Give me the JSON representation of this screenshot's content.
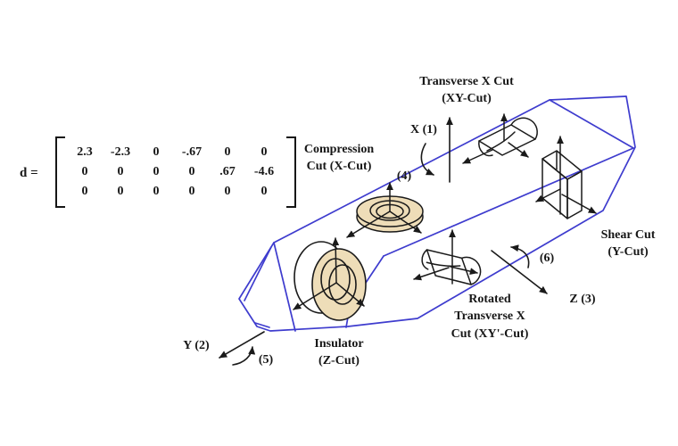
{
  "figure": {
    "description": "Piezoelectric quartz crystal diagram showing device cuts and the d coefficient matrix"
  },
  "colors": {
    "crystal_outline": "#3e3cce",
    "device_line": "#1a1a1a",
    "disc_fill": "#eeddb8",
    "background": "#ffffff",
    "text": "#161616"
  },
  "matrix": {
    "label": "d =",
    "rows": [
      [
        "2.3",
        "-2.3",
        "0",
        "-.67",
        "0",
        "0"
      ],
      [
        "0",
        "0",
        "0",
        "0",
        ".67",
        "-4.6"
      ],
      [
        "0",
        "0",
        "0",
        "0",
        "0",
        "0"
      ]
    ]
  },
  "labels": {
    "transverse_x_cut": {
      "line1": "Transverse X Cut",
      "line2": "(XY-Cut)"
    },
    "compression_cut": {
      "line1": "Compression",
      "line2": "Cut (X-Cut)"
    },
    "shear_cut": {
      "line1": "Shear Cut",
      "line2": "(Y-Cut)"
    },
    "rotated_cut": {
      "line1": "Rotated",
      "line2": "Transverse X",
      "line3": "Cut (XY'-Cut)"
    },
    "insulator": {
      "line1": "Insulator",
      "line2": "(Z-Cut)"
    },
    "axis_x": "X (1)",
    "axis_y": "Y (2)",
    "axis_z": "Z (3)",
    "marker_4": "(4)",
    "marker_5": "(5)",
    "marker_6": "(6)"
  }
}
